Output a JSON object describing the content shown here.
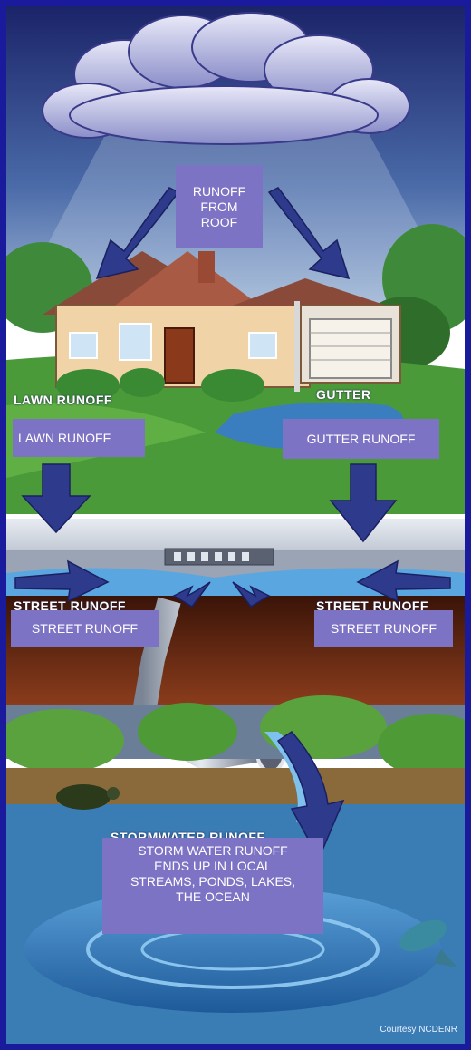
{
  "labels": {
    "roof": [
      "RUNOFF",
      "FROM",
      "ROOF"
    ],
    "lawn": "LAWN RUNOFF",
    "gutter": "GUTTER RUNOFF",
    "street_left": "STREET RUNOFF",
    "street_right": "STREET RUNOFF",
    "storm": [
      "STORM WATER RUNOFF",
      "ENDS UP IN LOCAL",
      "STREAMS, PONDS, LAKES,",
      "THE OCEAN"
    ]
  },
  "art_captions": {
    "lawn": "LAWN RUNOFF",
    "gutter": "GUTTER",
    "street_left": "STREET RUNOFF",
    "street_right": "STREET RUNOFF",
    "storm": "STORMWATER RUNOFF"
  },
  "credit": "Courtesy NCDENR",
  "colors": {
    "border": "#1a1a9c",
    "label_box": "#7d73c4",
    "arrow": "#2e3a8c",
    "sky": "#1f2a78",
    "grass": "#4a9a3a",
    "soil": "#6a2a14",
    "water": "#2f7ec0"
  }
}
